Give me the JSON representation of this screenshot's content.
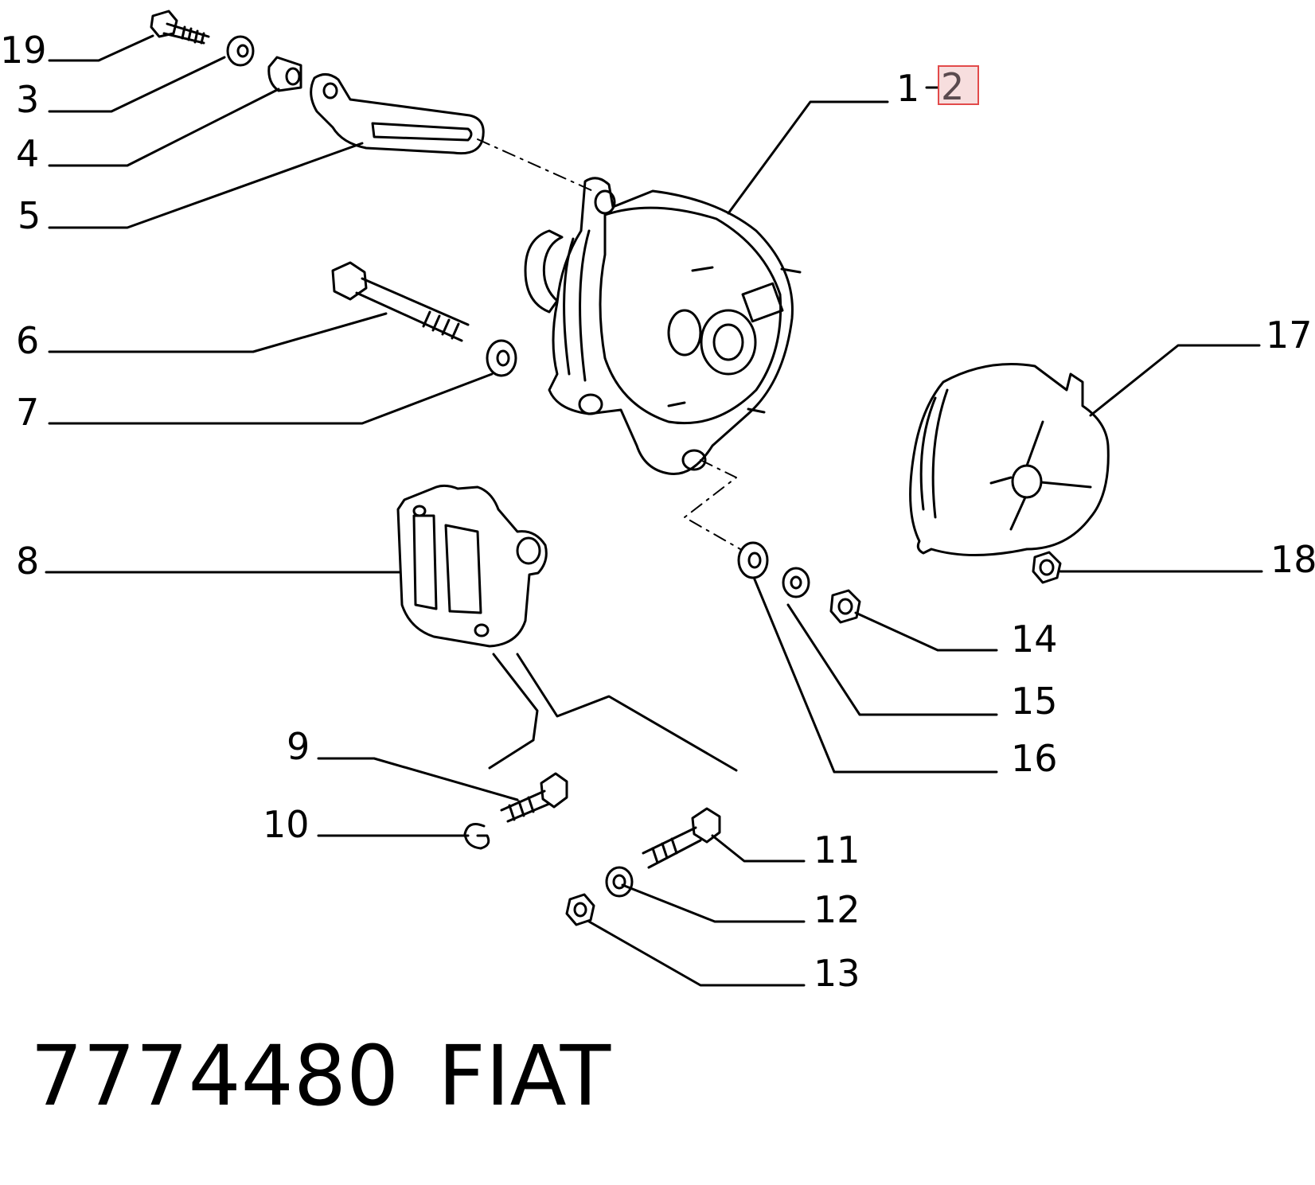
{
  "callouts": {
    "c1": "1",
    "c2": "2",
    "c3": "3",
    "c4": "4",
    "c5": "5",
    "c6": "6",
    "c7": "7",
    "c8": "8",
    "c9": "9",
    "c10": "10",
    "c11": "11",
    "c12": "12",
    "c13": "13",
    "c14": "14",
    "c15": "15",
    "c16": "16",
    "c17": "17",
    "c18": "18",
    "c19": "19"
  },
  "footer": {
    "part_number": "7774480",
    "brand": "FIAT"
  },
  "highlight_color": "#e24a4a"
}
